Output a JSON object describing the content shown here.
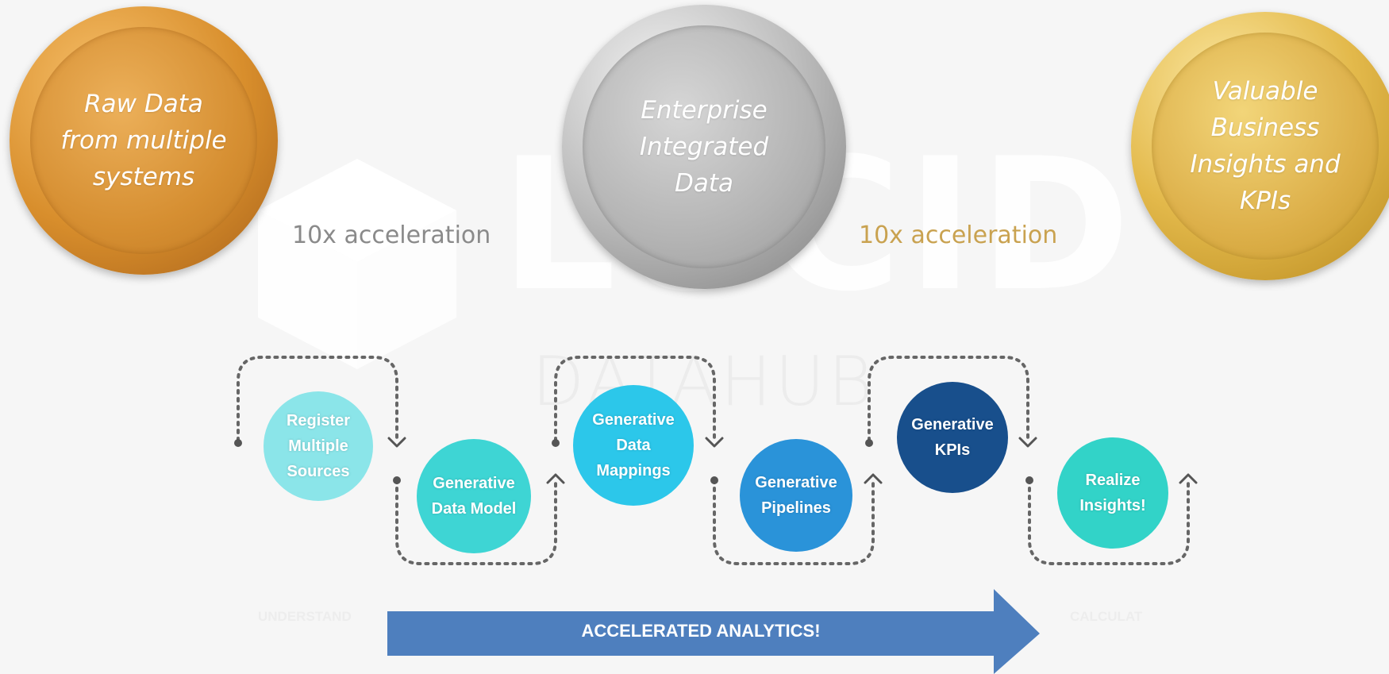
{
  "top": {
    "medals": [
      {
        "id": "raw",
        "label": "Raw Data from multiple systems"
      },
      {
        "id": "enterprise",
        "label": "Enterprise Integrated Data"
      },
      {
        "id": "valuable",
        "label": "Valuable Business Insights and KPIs"
      }
    ],
    "acceleration_left": "10x acceleration",
    "acceleration_right": "10x acceleration"
  },
  "steps": [
    {
      "label": "Register Multiple Sources",
      "color": "#8be5e9"
    },
    {
      "label": "Generative Data Model",
      "color": "#3ed5d4"
    },
    {
      "label": "Generative Data Mappings",
      "color": "#2cc7ea"
    },
    {
      "label": "Generative Pipelines",
      "color": "#2a93d9"
    },
    {
      "label": "Generative KPIs",
      "color": "#184f8c"
    },
    {
      "label": "Realize Insights!",
      "color": "#32d3c8"
    }
  ],
  "bottom": {
    "arrow_label": "ACCELERATED ANALYTICS!",
    "arrow_color": "#4e7fbe",
    "faded_left": "UNDERSTAND",
    "faded_right": "CALCULAT"
  }
}
